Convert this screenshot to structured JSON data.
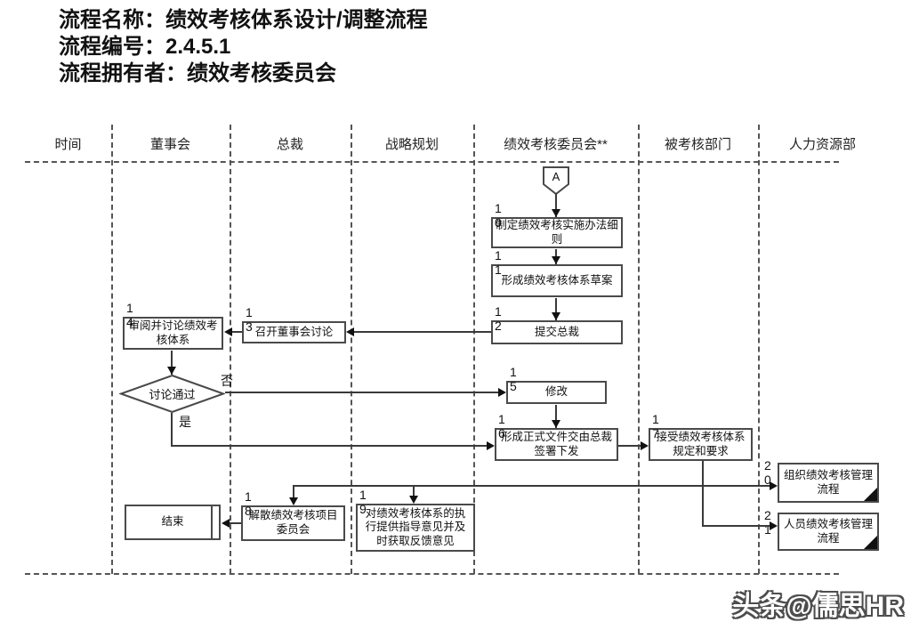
{
  "title": {
    "line1": "流程名称：绩效考核体系设计/调整流程",
    "line2": "流程编号：2.4.5.1",
    "line3": "流程拥有者：绩效考核委员会"
  },
  "lanes": {
    "time": "时间",
    "board": "董事会",
    "president": "总裁",
    "strategy": "战略规划",
    "committee": "绩效考核委员会**",
    "assessed": "被考核部门",
    "hr": "人力资源部"
  },
  "connector_a": "A",
  "nodes": {
    "n10": {
      "num": "10",
      "label": "制定绩效考核实施办法细则"
    },
    "n11": {
      "num": "11",
      "label": "形成绩效考核体系草案"
    },
    "n12": {
      "num": "12",
      "label": "提交总裁"
    },
    "n13": {
      "num": "13",
      "label": "召开董事会讨论"
    },
    "n14": {
      "num": "14",
      "label": "审阅并讨论绩效考核体系"
    },
    "decision": {
      "label": "讨论通过"
    },
    "n15": {
      "num": "15",
      "label": "修改"
    },
    "n16": {
      "num": "16",
      "label": "形成正式文件交由总裁签署下发"
    },
    "n17": {
      "num": "17",
      "label": "接受绩效考核体系规定和要求"
    },
    "n18": {
      "num": "18",
      "label": "解散绩效考核项目委员会"
    },
    "n19": {
      "num": "19",
      "label": "对绩效考核体系的执行提供指导意见并及时获取反馈意见"
    },
    "n20": {
      "num": "20",
      "label": "组织绩效考核管理流程"
    },
    "n21": {
      "num": "21",
      "label": "人员绩效考核管理流程"
    },
    "end": {
      "label": "结束"
    }
  },
  "branch_labels": {
    "no": "否",
    "yes": "是"
  },
  "watermark": "头条@儒思HR",
  "colors": {
    "line": "#3a3a3a",
    "box_border": "#4a4a4a",
    "text": "#111111",
    "watermark_fill": "#ffffff",
    "watermark_outline": "#4d4d4d"
  }
}
